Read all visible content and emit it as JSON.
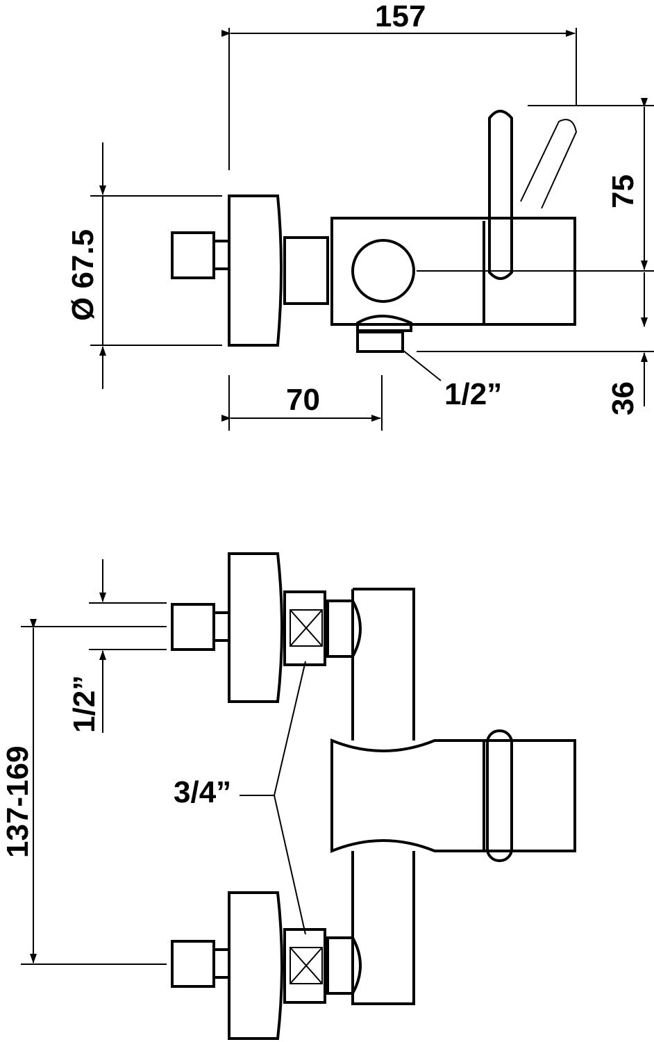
{
  "dimensions": {
    "width_total": "157",
    "lever_height": "75",
    "flange_diameter": "Ø 67.5",
    "projection": "70",
    "spout_thread": "1/2”",
    "spout_offset": "36",
    "outlet_thread": "1/2”",
    "connection_thread": "3/4”",
    "center_distance": "137-169"
  },
  "colors": {
    "line": "#000000",
    "background": "#ffffff"
  }
}
